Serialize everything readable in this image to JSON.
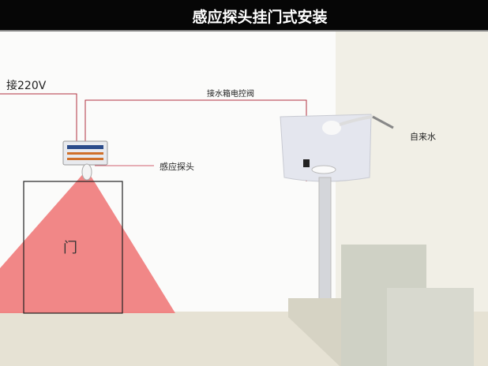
{
  "header": {
    "title": "感应探头挂门式安装"
  },
  "labels": {
    "power": "接220V",
    "valve": "接水箱电控阀",
    "water": "自来水",
    "sensor": "感应探头",
    "door": "门"
  },
  "colors": {
    "beam": "#f07a7a",
    "wire": "#b03040",
    "header": "#060606"
  }
}
